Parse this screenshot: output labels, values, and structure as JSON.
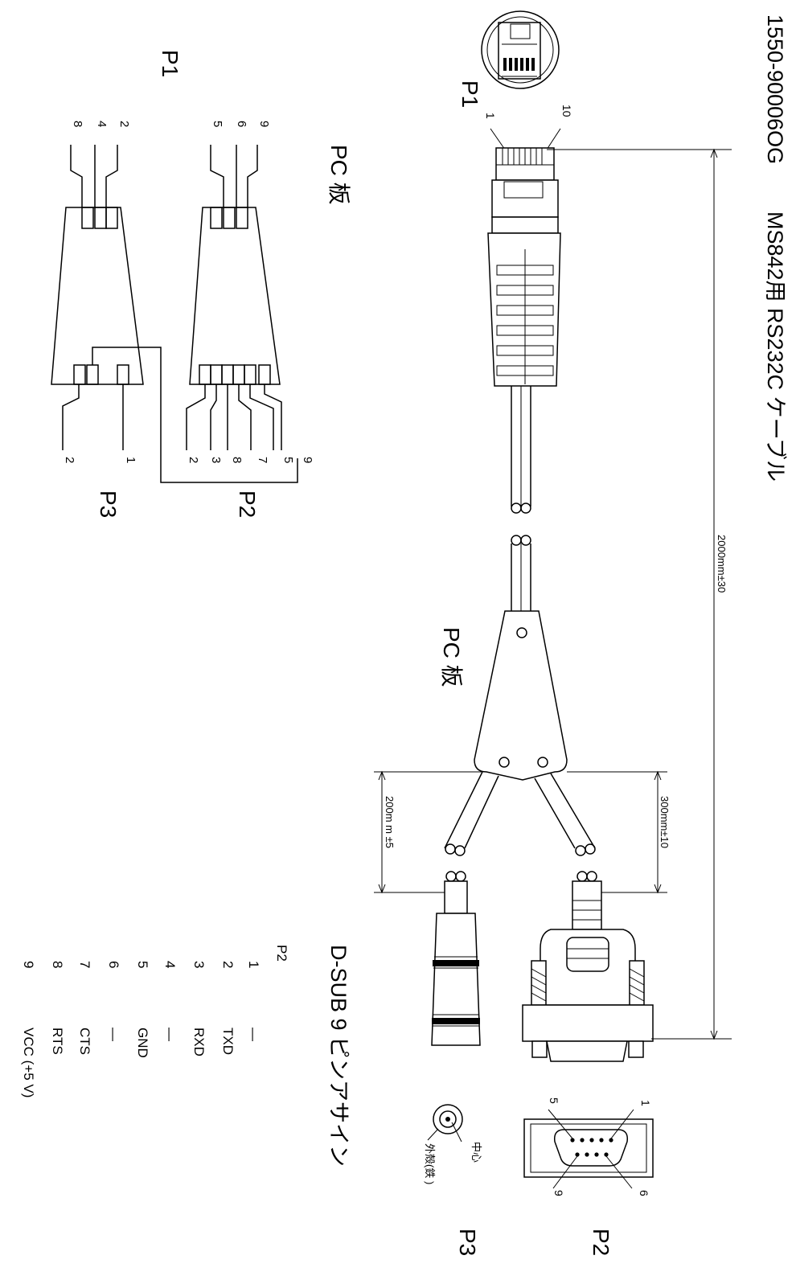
{
  "title": {
    "part_no": "1550-90006OG",
    "desc": "MS842用 RS232C ケーブル"
  },
  "connectors": {
    "p1": "P1",
    "p2": "P2",
    "p3": "P3",
    "pc_board": "PC 板"
  },
  "dimensions": {
    "total": "2000mm±30",
    "p3_branch": "200m m ±5",
    "p2_branch": "300mm±10"
  },
  "p1_pins": {
    "one": "1",
    "ten": "10"
  },
  "p2_face": {
    "p1": "1",
    "p5": "5",
    "p6": "6",
    "p9": "9"
  },
  "p3_face": {
    "center": "中心",
    "shell": "外殻(鉄 )"
  },
  "schematic": {
    "p1_top": [
      "9",
      "6",
      "5"
    ],
    "p1_bottom": [
      "2",
      "4",
      "8"
    ],
    "p2_pins": [
      "9",
      "5",
      "7",
      "8",
      "3",
      "2"
    ],
    "p3_pins": [
      "1",
      "2"
    ]
  },
  "pin_table": {
    "heading": "D-SUB 9 ピンアサイン",
    "col_header": "P2",
    "rows": [
      {
        "pin": "1",
        "signal": "—"
      },
      {
        "pin": "2",
        "signal": "TXD"
      },
      {
        "pin": "3",
        "signal": "RXD"
      },
      {
        "pin": "4",
        "signal": "—"
      },
      {
        "pin": "5",
        "signal": "GND"
      },
      {
        "pin": "6",
        "signal": "—"
      },
      {
        "pin": "7",
        "signal": "CTS"
      },
      {
        "pin": "8",
        "signal": "RTS"
      },
      {
        "pin": "9",
        "signal": "VCC (+5 V)"
      }
    ]
  }
}
